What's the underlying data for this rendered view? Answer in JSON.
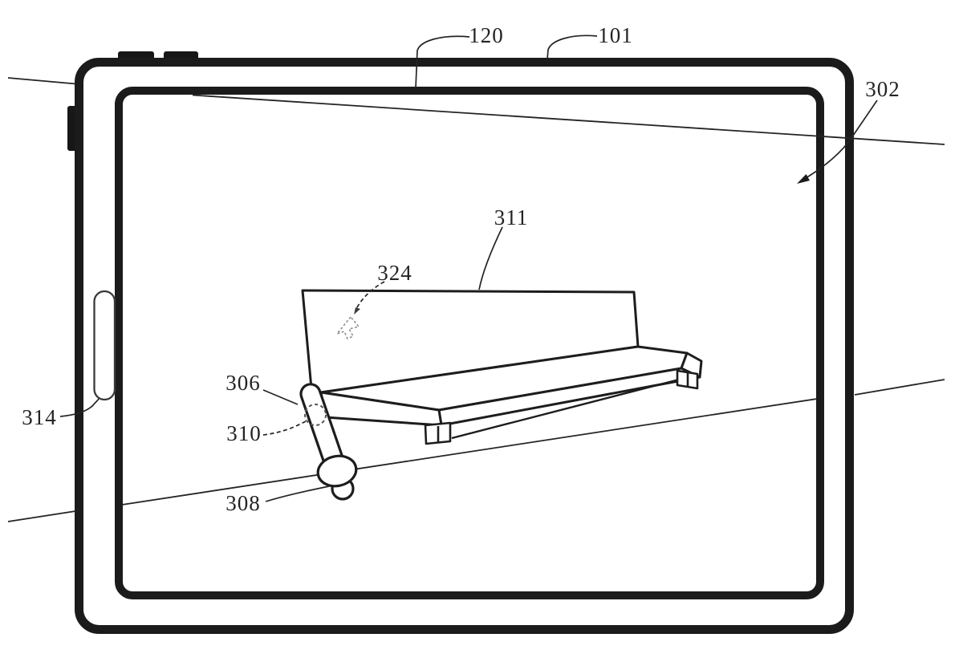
{
  "figure": {
    "kind": "patent-style line drawing of a tablet showing an AR scene with a bench and a stylus controller",
    "colors": {
      "background": "#ffffff",
      "line": "#1b1b1b",
      "thin_line": "#242424",
      "cursor_line": "#8f8f8f"
    },
    "labels": {
      "n120": "120",
      "n101": "101",
      "n302": "302",
      "n311": "311",
      "n324": "324",
      "n306": "306",
      "n310": "310",
      "n308": "308",
      "n314": "314"
    }
  }
}
